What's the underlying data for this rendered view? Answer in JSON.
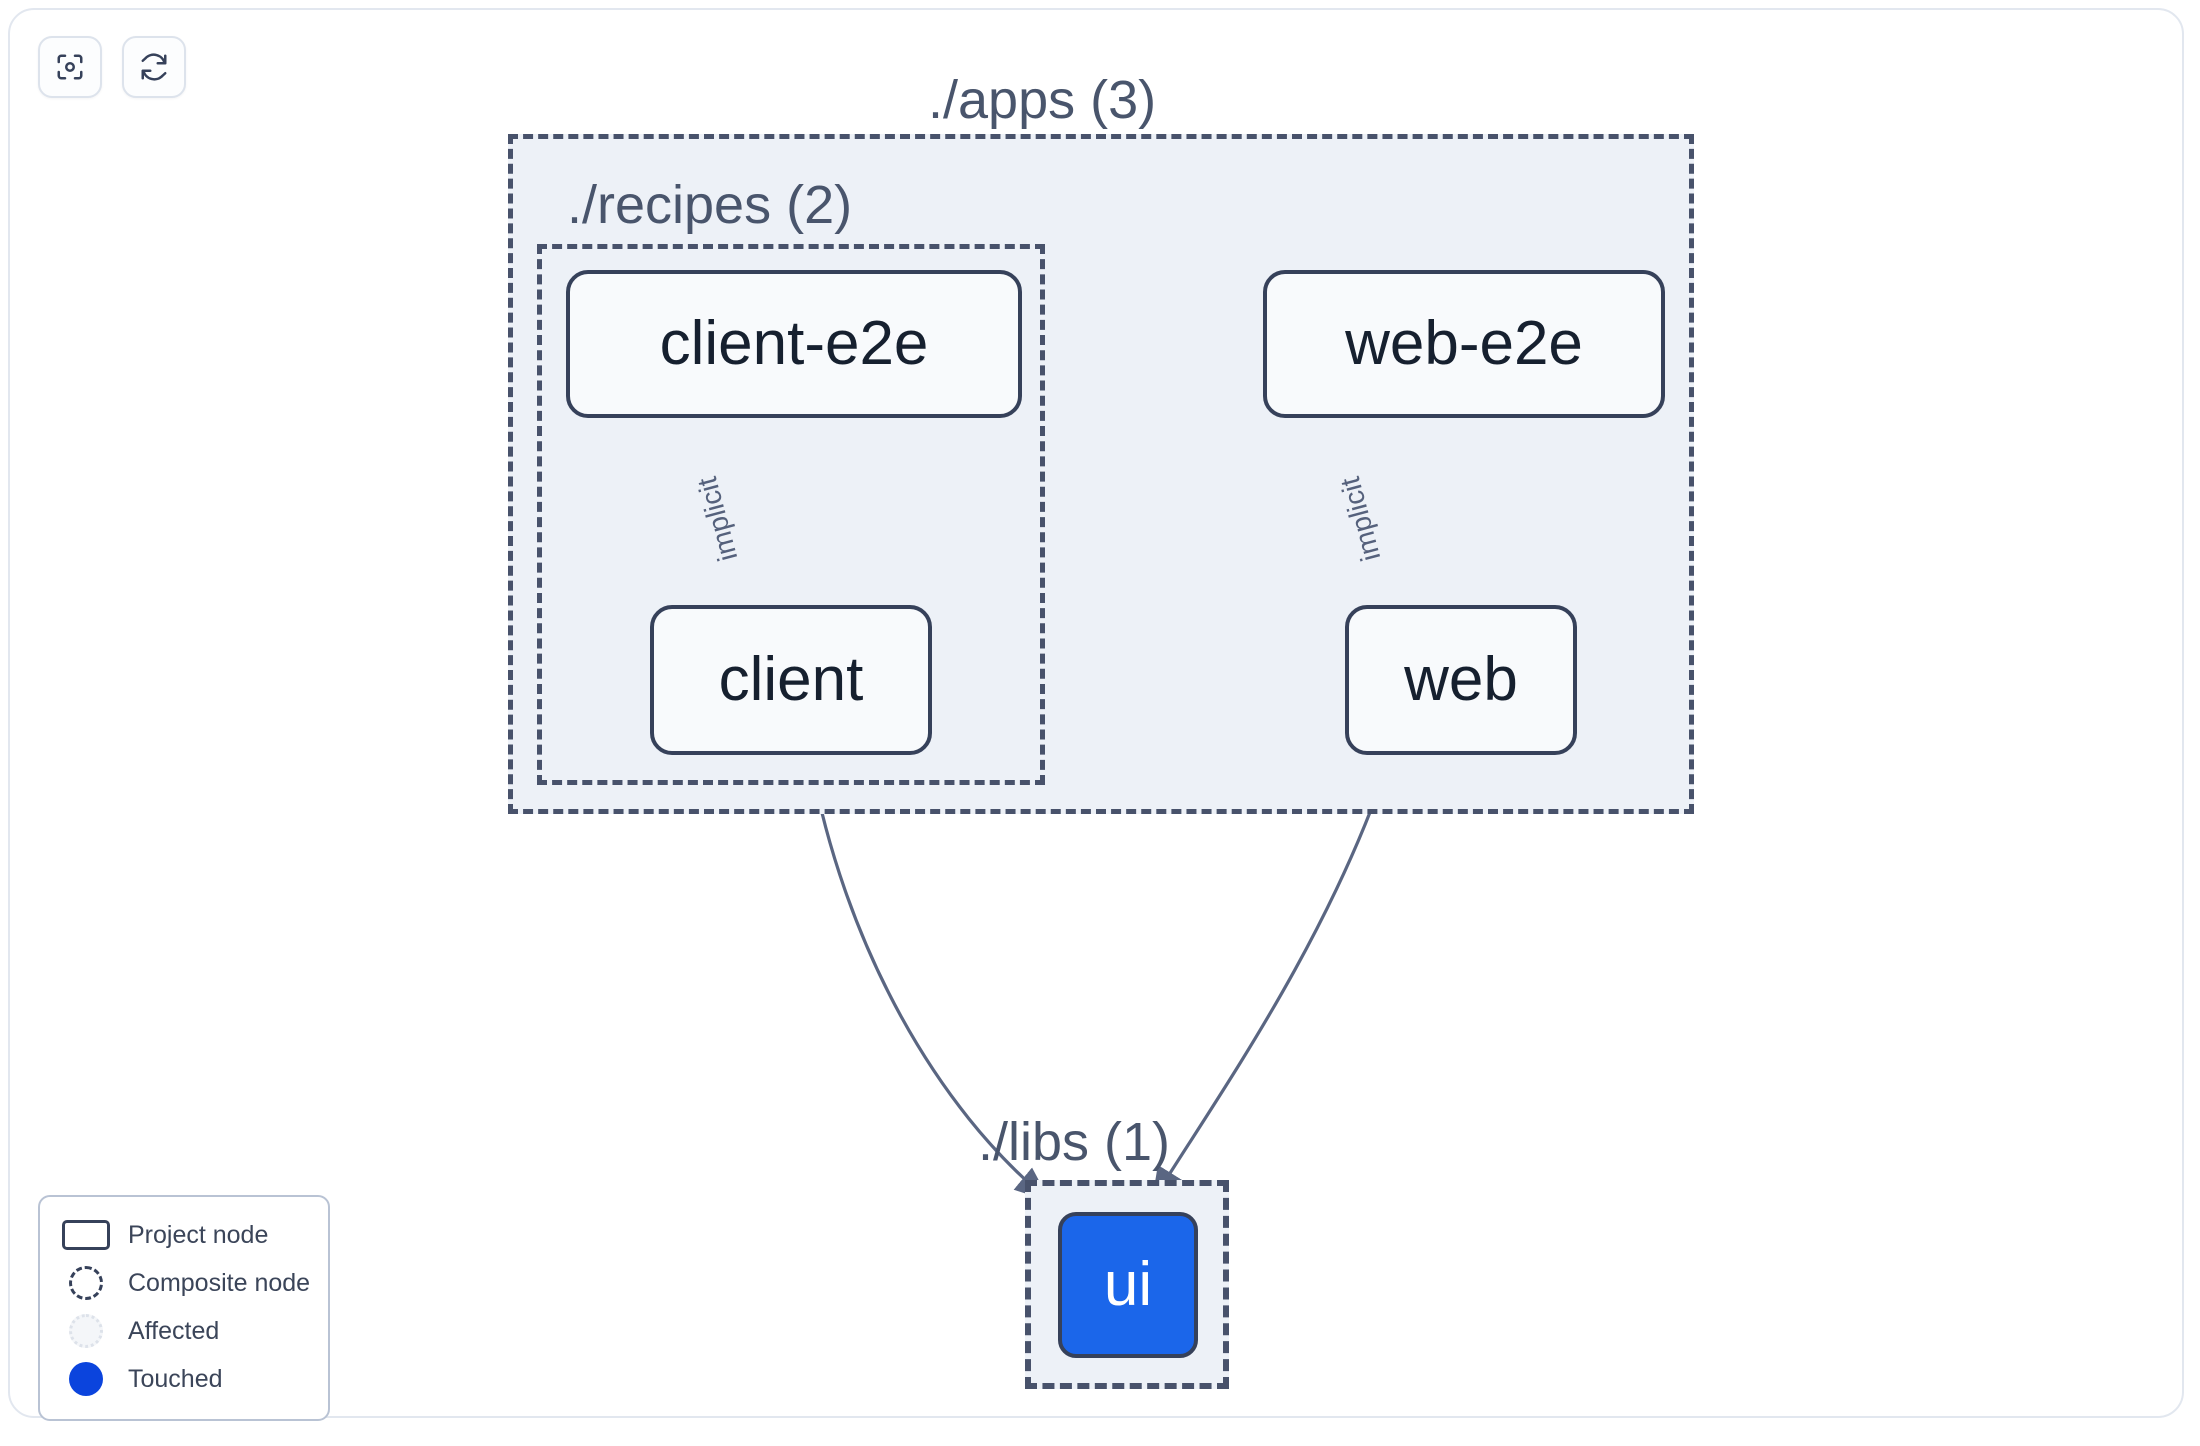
{
  "toolbar": {
    "buttons": [
      {
        "name": "focus-graph-button",
        "icon": "focus-target-icon",
        "label": ""
      },
      {
        "name": "refresh-graph-button",
        "icon": "refresh-sync-icon",
        "label": ""
      }
    ]
  },
  "graph": {
    "groups": [
      {
        "id": "apps",
        "label": "./apps (3)",
        "count": 3
      },
      {
        "id": "recipes",
        "label": "./recipes (2)",
        "count": 2
      },
      {
        "id": "libs",
        "label": "./libs (1)",
        "count": 1
      }
    ],
    "nodes": [
      {
        "id": "client-e2e",
        "label": "client-e2e",
        "state": "project",
        "group": "recipes"
      },
      {
        "id": "web-e2e",
        "label": "web-e2e",
        "state": "project",
        "group": "apps"
      },
      {
        "id": "client",
        "label": "client",
        "state": "project",
        "group": "recipes"
      },
      {
        "id": "web",
        "label": "web",
        "state": "project",
        "group": "apps"
      },
      {
        "id": "ui",
        "label": "ui",
        "state": "touched",
        "group": "libs"
      }
    ],
    "edges": [
      {
        "from": "client-e2e",
        "to": "client",
        "label": "implicit"
      },
      {
        "from": "web-e2e",
        "to": "web",
        "label": "implicit"
      },
      {
        "from": "client",
        "to": "ui",
        "label": ""
      },
      {
        "from": "web",
        "to": "ui",
        "label": ""
      }
    ]
  },
  "legend": {
    "items": [
      {
        "glyph": "project-node-glyph",
        "label": "Project node"
      },
      {
        "glyph": "composite-node-glyph",
        "label": "Composite node"
      },
      {
        "glyph": "affected-node-glyph",
        "label": "Affected"
      },
      {
        "glyph": "touched-node-glyph",
        "label": "Touched"
      }
    ]
  },
  "colors": {
    "touched": "#0b44dd",
    "node_touched_fill": "#1b66ea",
    "node_border": "#36415a",
    "group_fill": "#edf1f7",
    "group_border": "#48526b",
    "edge": "#5a6682",
    "text": "#3b4559",
    "panel_border": "#e2e7ef"
  }
}
